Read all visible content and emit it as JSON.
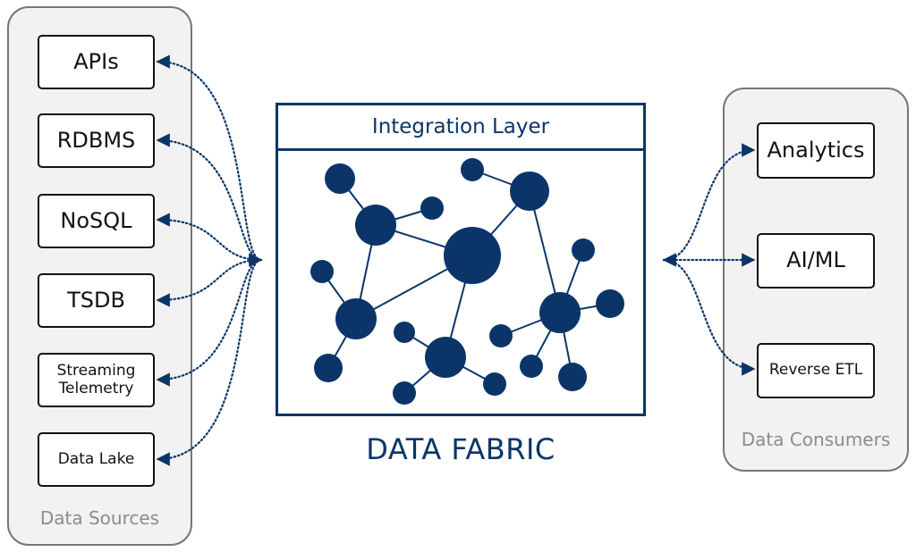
{
  "sources": {
    "title": "Data Sources",
    "items": [
      "APIs",
      "RDBMS",
      "NoSQL",
      "TSDB",
      "Streaming\nTelemetry",
      "Data Lake"
    ]
  },
  "fabric": {
    "header": "Integration Layer",
    "caption": "DATA FABRIC"
  },
  "consumers": {
    "title": "Data Consumers",
    "items": [
      "Analytics",
      "AI/ML",
      "Reverse ETL"
    ]
  },
  "colors": {
    "fabric": "#0b3568",
    "connector": "#0b3568",
    "panel_border": "#777777",
    "panel_fill": "#f2f2f2",
    "group_title": "#8c8c8c"
  }
}
